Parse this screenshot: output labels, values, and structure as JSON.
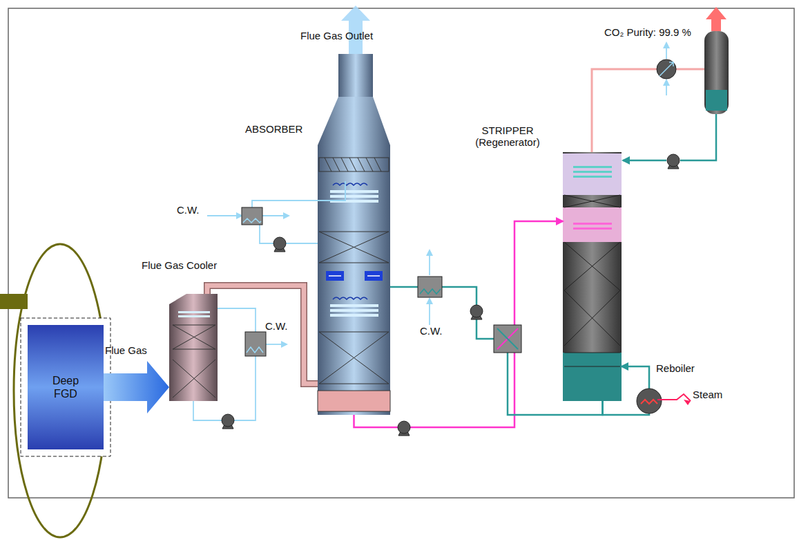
{
  "diagram": {
    "nodes": [
      {
        "text": [
          "Deep FGD"
        ]
      },
      {
        "text": [
          "Flue Gas Cooler"
        ]
      },
      {
        "text": [
          "ABSORBER"
        ]
      },
      {
        "text": [
          "STRIPPER (Regenerator)"
        ]
      },
      {
        "text": [
          "Reboiler"
        ]
      }
    ],
    "edges": [
      {
        "from": 0,
        "to": 1,
        "label": "Flue Gas",
        "arrow": "to"
      },
      {
        "from": 1,
        "to": 2,
        "arrow": "none"
      },
      {
        "from": 2,
        "to": 3,
        "arrow": "to"
      },
      {
        "from": 3,
        "to": 2,
        "arrow": "none"
      },
      {
        "from": 3,
        "to": 4,
        "arrow": "none"
      },
      {
        "from": 4,
        "to": 3,
        "arrow": "to"
      }
    ],
    "labels": [
      "Flue Gas Outlet",
      "CO₂ Purity: 99.9 %",
      "C.W.",
      "C.W.",
      "C.W.",
      "Steam"
    ]
  }
}
